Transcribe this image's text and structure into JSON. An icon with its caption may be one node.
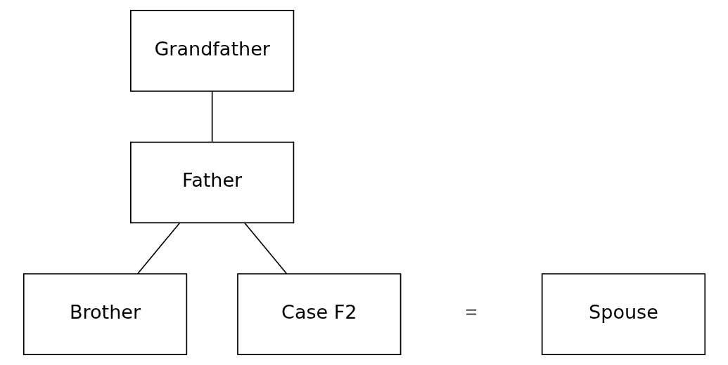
{
  "diagram": {
    "nodes": [
      {
        "text": [
          "Grandfather"
        ]
      },
      {
        "text": [
          "Father"
        ]
      },
      {
        "text": [
          "Brother"
        ]
      },
      {
        "text": [
          "Case F2"
        ]
      },
      {
        "text": [
          "Spouse"
        ]
      }
    ],
    "edges": [
      {
        "from": 0,
        "to": 1,
        "arrow": "none"
      },
      {
        "from": 1,
        "to": 2,
        "arrow": "none"
      },
      {
        "from": 1,
        "to": 3,
        "arrow": "none"
      }
    ],
    "labels": [
      "="
    ]
  }
}
